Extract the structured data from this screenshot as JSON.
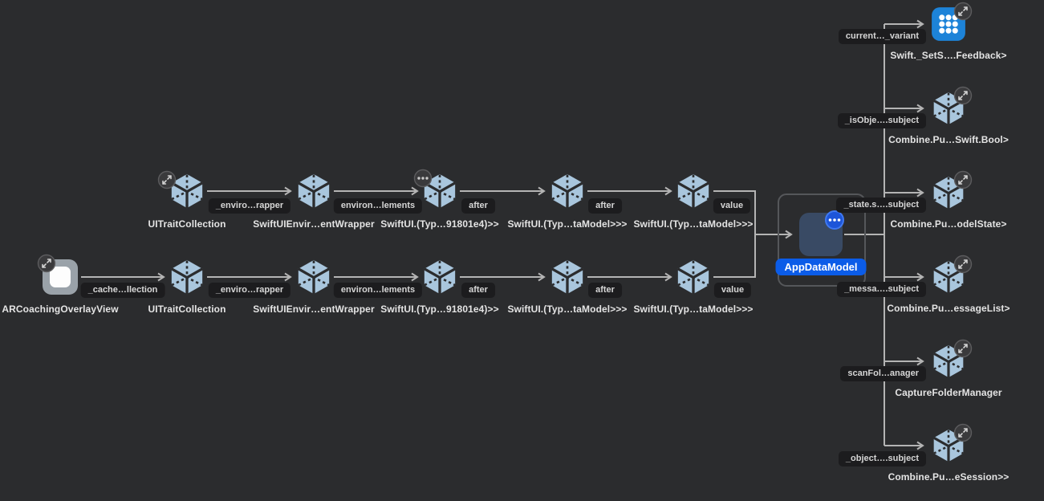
{
  "app": {
    "view": "memory-graph-canvas"
  },
  "colors": {
    "background": "#2b2c2e",
    "edge": "#b4b4b4",
    "pill_background": "#1c1c1e",
    "selected_node_fill": "#394a64",
    "selected_label_blue": "#0b5ce8",
    "cube_icon": "#a9c6dd",
    "grid_icon_blue": "#1d83d8"
  },
  "graph": {
    "top_row": {
      "nodes": [
        "UITraitCollection",
        "SwiftUIEnvir…entWrapper",
        "SwiftUI.(Typ…91801e4)>>",
        "SwiftUI.(Typ…taModel>>>",
        "SwiftUI.(Typ…taModel>>>"
      ],
      "edges": [
        "_enviro…rapper",
        "environ…lements",
        "after",
        "after",
        "value"
      ]
    },
    "bottom_row": {
      "nodes": [
        "ARCoachingOverlayView",
        "UITraitCollection",
        "SwiftUIEnvir…entWrapper",
        "SwiftUI.(Typ…91801e4)>>",
        "SwiftUI.(Typ…taModel>>>",
        "SwiftUI.(Typ…taModel>>>"
      ],
      "edges": [
        "_cache…llection",
        "_enviro…rapper",
        "environ…lements",
        "after",
        "after",
        "value"
      ]
    },
    "selected_node": {
      "label": "AppDataModel"
    },
    "right_column": {
      "nodes": [
        "Swift._SetS….Feedback>",
        "Combine.Pu…Swift.Bool>",
        "Combine.Pu…odelState>",
        "Combine.Pu…essageList>",
        "CaptureFolderManager",
        "Combine.Pu…eSession>>"
      ],
      "edges": [
        "current…_variant",
        "_isObje….subject",
        "_state.s….subject",
        "_messa….subject",
        "scanFol…anager",
        "_object….subject"
      ]
    },
    "icons": {
      "cube": "memory-object-cube-icon",
      "grid": "collection-grid-icon",
      "view": "view-object-icon",
      "expand_badge": "expand-references-badge",
      "more_badge": "more-references-badge"
    }
  }
}
